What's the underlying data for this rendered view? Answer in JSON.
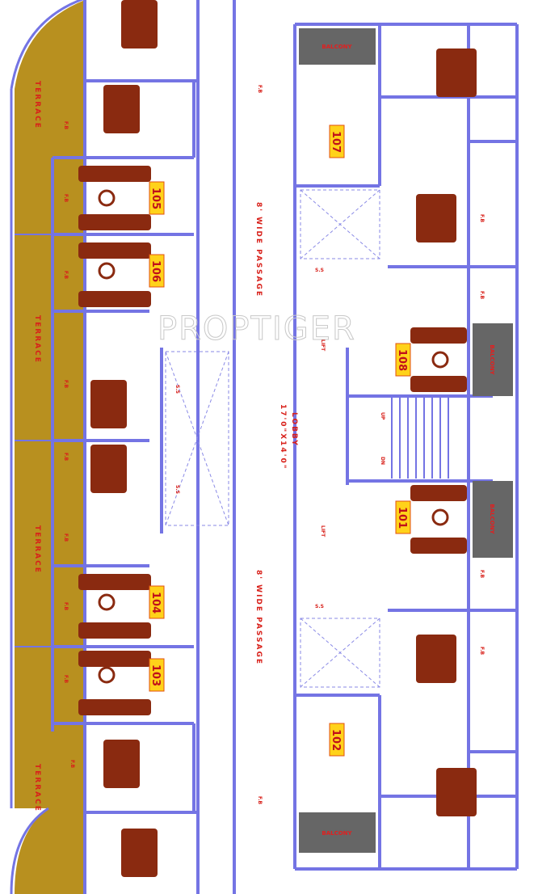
{
  "watermark": "PROPTIGER",
  "lobby": {
    "title": "LOBBY",
    "size": "17'0\"X14'0\""
  },
  "passage_top": "8' WIDE PASSAGE",
  "passage_bottom": "8' WIDE PASSAGE",
  "stairs": {
    "up": "UP",
    "down": "DN"
  },
  "lift_label": "LIFT",
  "balcony_label": "BALCONY",
  "flower_bed": "F.B",
  "service_shaft": "S.S",
  "terrace_label": "TERRACE",
  "flats": {
    "f101": "101",
    "f102": "102",
    "f103": "103",
    "f104": "104",
    "f105": "105",
    "f106": "106",
    "f107": "107",
    "f108": "108"
  },
  "colors": {
    "wall": "#7474e4",
    "terrace": "#b8901f",
    "furniture": "#8a2a10",
    "balcony": "#666666",
    "flat_badge": "#ffd21a"
  }
}
